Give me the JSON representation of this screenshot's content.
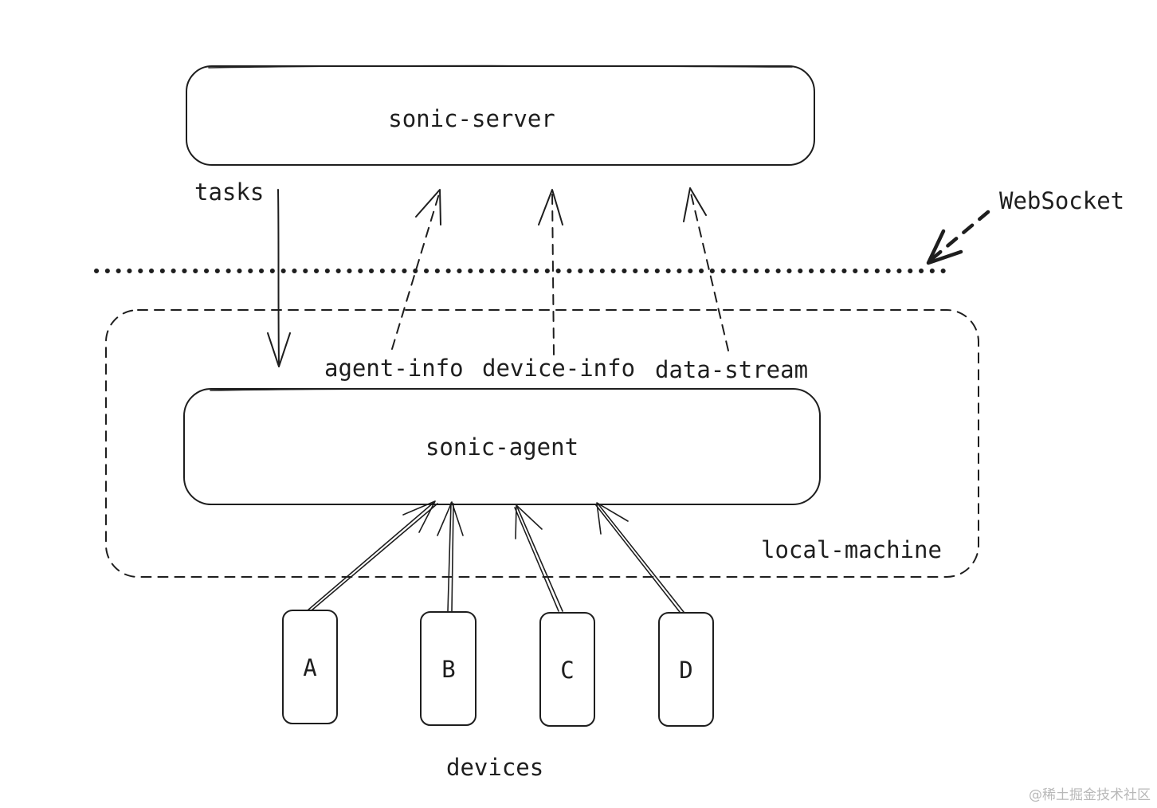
{
  "server": {
    "label": "sonic-server"
  },
  "agent": {
    "label": "sonic-agent"
  },
  "local_machine": {
    "label": "local-machine"
  },
  "websocket": {
    "label": "WebSocket"
  },
  "flows": {
    "tasks": "tasks",
    "agent_info": "agent-info",
    "device_info": "device-info",
    "data_stream": "data-stream"
  },
  "devices": {
    "caption": "devices",
    "items": [
      {
        "label": "A"
      },
      {
        "label": "B"
      },
      {
        "label": "C"
      },
      {
        "label": "D"
      }
    ]
  },
  "watermark": "@稀土掘金技术社区"
}
